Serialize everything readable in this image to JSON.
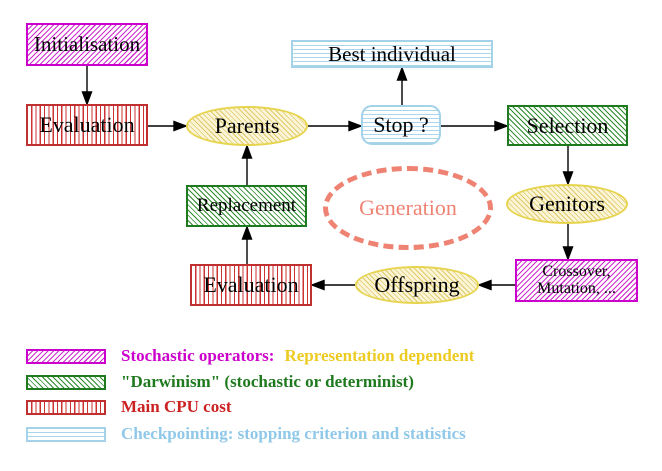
{
  "diagram": {
    "title_implied": "Evolutionary algorithm generation cycle",
    "nodes": {
      "initialisation": {
        "label": "Initialisation",
        "style": "magenta-hatch"
      },
      "evaluation_top": {
        "label": "Evaluation",
        "style": "red-stripes"
      },
      "parents": {
        "label": "Parents",
        "style": "yellow-ellipse"
      },
      "best_individual": {
        "label": "Best individual",
        "style": "cyan-stripes"
      },
      "stop": {
        "label": "Stop ?",
        "style": "cyan-stripes-rounded"
      },
      "selection": {
        "label": "Selection",
        "style": "green-hatch"
      },
      "genitors": {
        "label": "Genitors",
        "style": "yellow-ellipse"
      },
      "crossover": {
        "line1": "Crossover,",
        "line2": "Mutation, ...",
        "style": "magenta-hatch"
      },
      "offspring": {
        "label": "Offspring",
        "style": "yellow-ellipse"
      },
      "evaluation_bottom": {
        "label": "Evaluation",
        "style": "red-stripes"
      },
      "replacement": {
        "label": "Replacement",
        "style": "green-hatch"
      },
      "generation": {
        "label": "Generation",
        "style": "salmon-dashed-ellipse"
      }
    },
    "edges": [
      "initialisation->evaluation_top",
      "evaluation_top->parents",
      "parents->stop",
      "stop->best_individual",
      "stop->selection",
      "selection->genitors",
      "genitors->crossover",
      "crossover->offspring",
      "offspring->evaluation_bottom",
      "evaluation_bottom->replacement",
      "replacement->parents"
    ]
  },
  "legend": {
    "items": [
      {
        "swatch": "magenta-hatch",
        "label": "Stochastic operators:",
        "label2": "Representation dependent"
      },
      {
        "swatch": "green-hatch",
        "label": "\"Darwinism\" (stochastic or determinist)"
      },
      {
        "swatch": "red-stripes",
        "label": "Main CPU cost"
      },
      {
        "swatch": "cyan-stripes",
        "label": "Checkpointing: stopping criterion and statistics"
      }
    ]
  },
  "colors": {
    "magenta": "#cc00cc",
    "green": "#1f7a1f",
    "red": "#cc2222",
    "cyan_border": "#a4d2e8",
    "cyan_text": "#8fc8e8",
    "yellow_border": "#e7d44e",
    "yellow_fill": "#fbf5d8",
    "yellow_text": "#eecb22",
    "salmon": "#ef8373",
    "arrow": "#000000",
    "background": "#ffffff"
  }
}
